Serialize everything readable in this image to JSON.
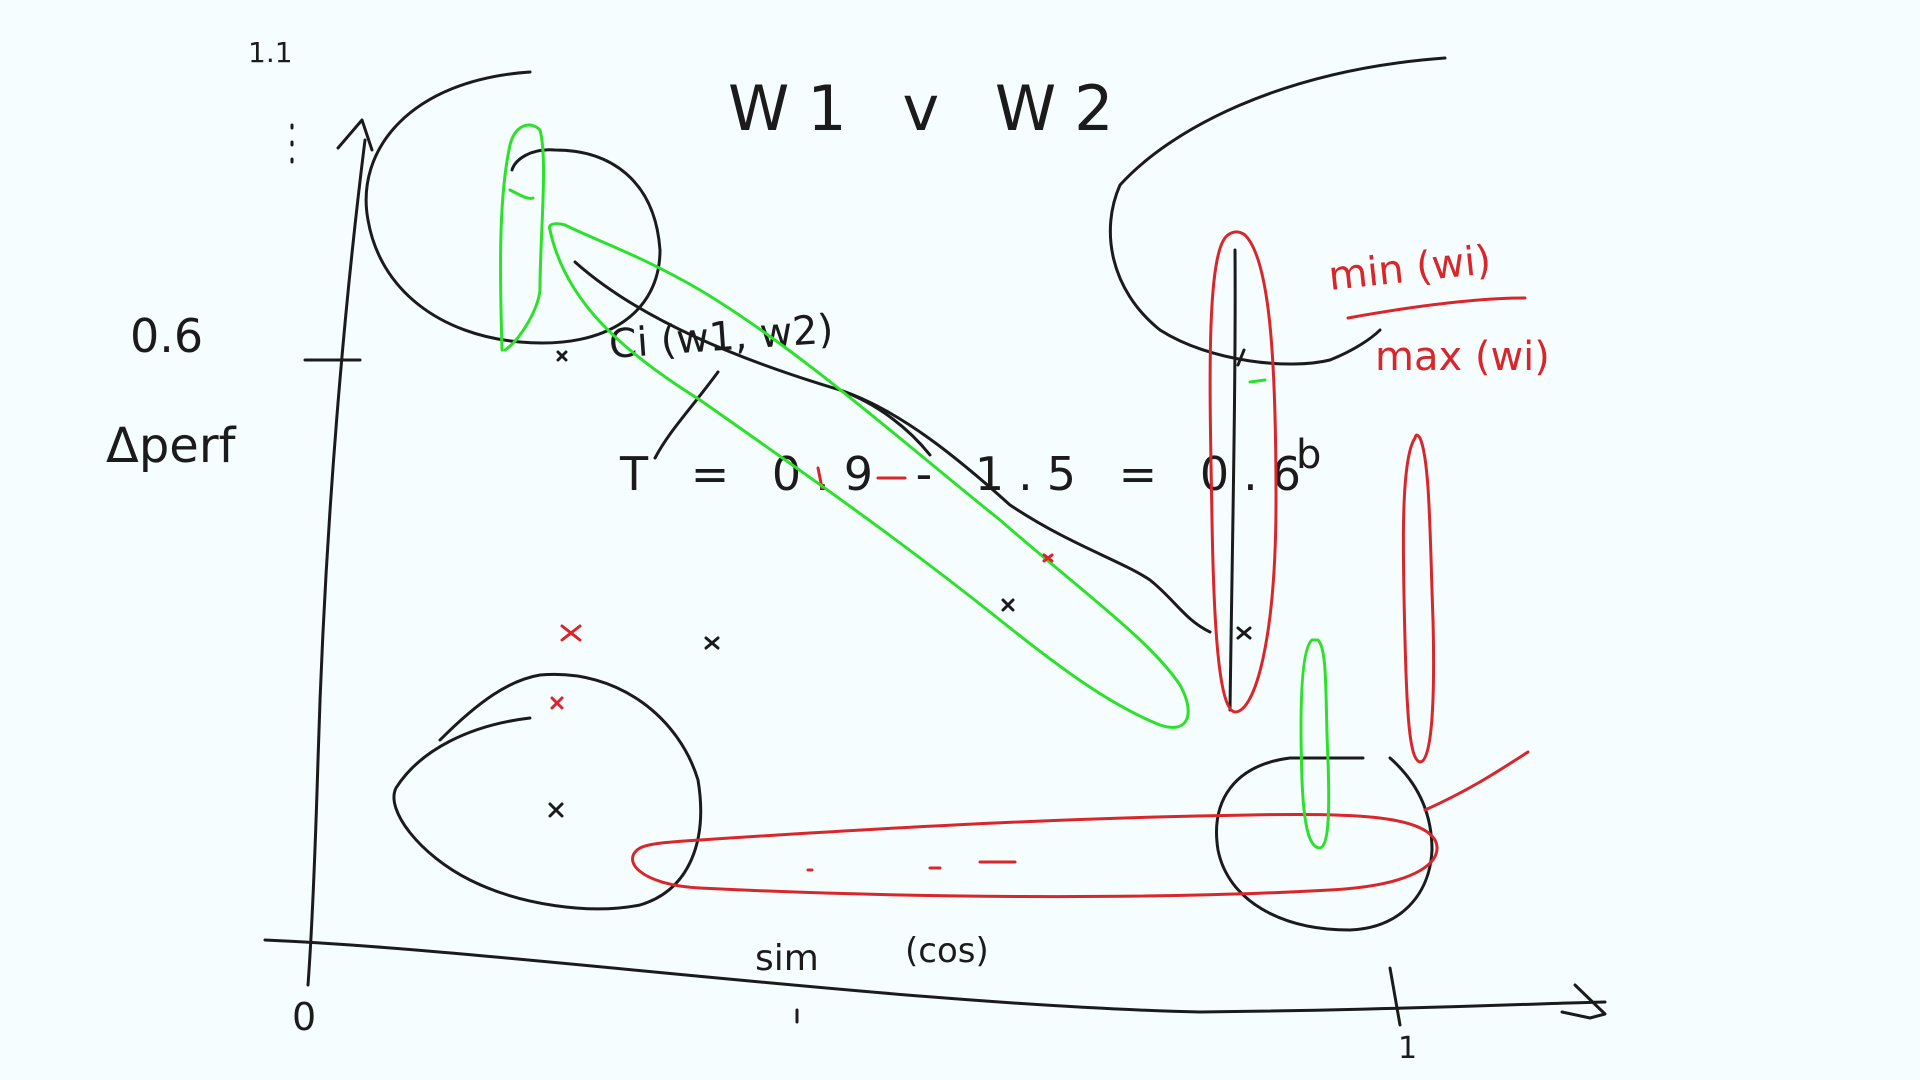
{
  "axes": {
    "y_top_tick": "1.1",
    "y_mid_tick": "0.6",
    "y_label": "Δperf",
    "x_origin": "0",
    "x_end_tick": "1",
    "x_label": "sim",
    "x_label_note": "(cos)"
  },
  "annotations": {
    "title": "W1 v W2",
    "ci_label": "Ci (w1, w2)",
    "threshold_formula": "T = 0.9 - 1.5 = 0.6",
    "ratio_numerator": "min (wi)",
    "ratio_denominator": "max (wi)"
  },
  "colors": {
    "background": "#f5fdff",
    "ink_black": "#1b1b1b",
    "ink_red": "#d9262a",
    "ink_green": "#2de12b"
  }
}
